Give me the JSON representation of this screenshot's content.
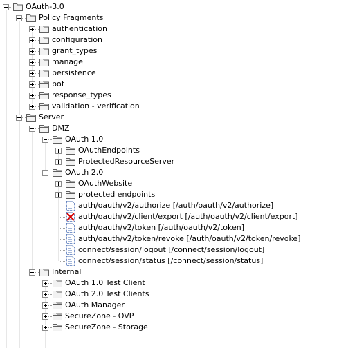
{
  "tree": {
    "items": [
      {
        "label": "OAuth-3.0",
        "depth": 0,
        "type": "folder",
        "expanded": true,
        "last": false
      },
      {
        "label": "Policy Fragments",
        "depth": 1,
        "type": "folder",
        "expanded": true,
        "last": false
      },
      {
        "label": "authentication",
        "depth": 2,
        "type": "folder",
        "expanded": false,
        "last": false
      },
      {
        "label": "configuration",
        "depth": 2,
        "type": "folder",
        "expanded": false,
        "last": false
      },
      {
        "label": "grant_types",
        "depth": 2,
        "type": "folder",
        "expanded": false,
        "last": false
      },
      {
        "label": "manage",
        "depth": 2,
        "type": "folder",
        "expanded": false,
        "last": false
      },
      {
        "label": "persistence",
        "depth": 2,
        "type": "folder",
        "expanded": false,
        "last": false
      },
      {
        "label": "pof",
        "depth": 2,
        "type": "folder",
        "expanded": false,
        "last": false
      },
      {
        "label": "response_types",
        "depth": 2,
        "type": "folder",
        "expanded": false,
        "last": false
      },
      {
        "label": "validation - verification",
        "depth": 2,
        "type": "folder",
        "expanded": false,
        "last": true
      },
      {
        "label": "Server",
        "depth": 1,
        "type": "folder",
        "expanded": true,
        "last": false
      },
      {
        "label": "DMZ",
        "depth": 2,
        "type": "folder",
        "expanded": true,
        "last": false
      },
      {
        "label": "OAuth 1.0",
        "depth": 3,
        "type": "folder",
        "expanded": true,
        "last": false
      },
      {
        "label": "OAuthEndpoints",
        "depth": 4,
        "type": "folder",
        "expanded": false,
        "last": false
      },
      {
        "label": "ProtectedResourceServer",
        "depth": 4,
        "type": "folder",
        "expanded": false,
        "last": true
      },
      {
        "label": "OAuth 2.0",
        "depth": 3,
        "type": "folder",
        "expanded": true,
        "last": true
      },
      {
        "label": "OAuthWebsite",
        "depth": 4,
        "type": "folder",
        "expanded": false,
        "last": false
      },
      {
        "label": "protected endpoints",
        "depth": 4,
        "type": "folder",
        "expanded": false,
        "last": false
      },
      {
        "label": "auth/oauth/v2/authorize [/auth/oauth/v2/authorize]",
        "depth": 4,
        "type": "policy",
        "last": false
      },
      {
        "label": "auth/oauth/v2/client/export [/auth/oauth/v2/client/export]",
        "depth": 4,
        "type": "policy-disabled",
        "last": false
      },
      {
        "label": "auth/oauth/v2/token [/auth/oauth/v2/token]",
        "depth": 4,
        "type": "policy",
        "last": false
      },
      {
        "label": "auth/oauth/v2/token/revoke [/auth/oauth/v2/token/revoke]",
        "depth": 4,
        "type": "policy",
        "last": false
      },
      {
        "label": "connect/session/logout [/connect/session/logout]",
        "depth": 4,
        "type": "policy",
        "last": false
      },
      {
        "label": "connect/session/status [/connect/session/status]",
        "depth": 4,
        "type": "policy",
        "last": true
      },
      {
        "label": "Internal",
        "depth": 2,
        "type": "folder",
        "expanded": true,
        "last": true
      },
      {
        "label": "OAuth 1.0 Test Client",
        "depth": 3,
        "type": "folder",
        "expanded": false,
        "last": false
      },
      {
        "label": "OAuth 2.0 Test Clients",
        "depth": 3,
        "type": "folder",
        "expanded": false,
        "last": false
      },
      {
        "label": "OAuth Manager",
        "depth": 3,
        "type": "folder",
        "expanded": false,
        "last": false
      },
      {
        "label": "SecureZone - OVP",
        "depth": 3,
        "type": "folder",
        "expanded": false,
        "last": false
      },
      {
        "label": "SecureZone - Storage",
        "depth": 3,
        "type": "folder",
        "expanded": false,
        "last": false
      }
    ]
  },
  "colors": {
    "folder_fill": "#f2f2f2",
    "folder_stroke": "#5f5f5f",
    "policy_stroke": "#4a6fb5",
    "disabled_x": "#d40000",
    "tree_line": "#a0a0a0"
  }
}
